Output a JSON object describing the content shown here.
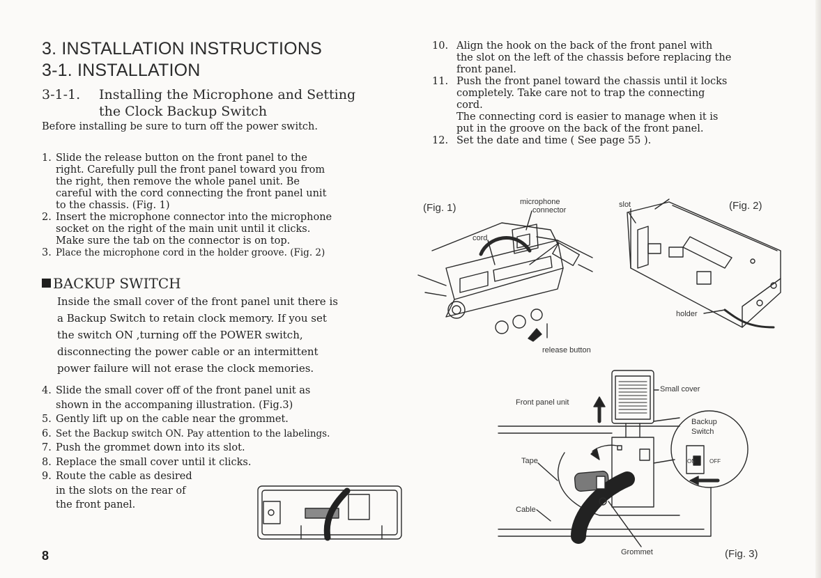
{
  "headings": {
    "section": "3.  INSTALLATION INSTRUCTIONS",
    "subsection": "3-1. INSTALLATION",
    "sub_number": "3-1-1.",
    "sub_title_1": "Installing the Microphone and Setting",
    "sub_title_2": "the Clock Backup Switch"
  },
  "intro": "Before installing be sure to turn off the power switch.",
  "steps_1_3": [
    {
      "num": "1.",
      "lines": [
        "Slide the release button on the front panel to the",
        "right. Carefully pull the front panel toward you from",
        "the right, then remove the whole panel unit. Be",
        "careful with the cord connecting the front panel unit",
        "to the chassis. (Fig. 1)"
      ]
    },
    {
      "num": "2.",
      "lines": [
        "Insert the microphone connector into the microphone",
        "socket on the right of the main unit until it clicks.",
        "Make sure the tab on the connector is on top."
      ]
    },
    {
      "num": "3.",
      "lines": [
        "Place the microphone cord in the holder groove. (Fig. 2)"
      ]
    }
  ],
  "backup": {
    "title": "BACKUP SWITCH",
    "lines": [
      "Inside the small cover of the front panel unit there is",
      "a Backup Switch to retain clock memory. If you set",
      "the switch ON ,turning off the POWER switch,",
      "disconnecting the power cable or an intermittent",
      "power failure will not erase the  clock memories."
    ]
  },
  "steps_4_9": [
    {
      "num": "4.",
      "lines": [
        "Slide the small cover off of the front panel unit as",
        "shown in the accompaning illustration. (Fig.3)"
      ]
    },
    {
      "num": "5.",
      "lines": [
        "Gently lift up on the cable near the grommet."
      ]
    },
    {
      "num": "6.",
      "lines": [
        "Set the Backup switch ON. Pay attention to the labelings."
      ]
    },
    {
      "num": "7.",
      "lines": [
        "Push the grommet down into its slot."
      ]
    },
    {
      "num": "8.",
      "lines": [
        "Replace the small cover until it clicks."
      ]
    },
    {
      "num": "9.",
      "lines": [
        "Route the cable as desired",
        "in the slots on the rear of",
        "the front panel."
      ]
    }
  ],
  "steps_10_12": [
    {
      "num": "10.",
      "lines": [
        "Align the hook on the back of the front panel with",
        "the slot on the left of the chassis before replacing the",
        "front panel."
      ]
    },
    {
      "num": "11.",
      "lines": [
        "Push the front panel toward the chassis until it locks",
        "completely. Take care not to trap the connecting",
        "cord.",
        "The connecting cord is easier to manage when it is",
        "put in the groove on the back of the front panel."
      ]
    },
    {
      "num": "12.",
      "lines": [
        "Set the date and time ( See page 55 )."
      ]
    }
  ],
  "figure_labels": {
    "fig1": "(Fig. 1)",
    "fig2": "(Fig. 2)",
    "fig3": "(Fig. 3)",
    "microphone_connector_1": "microphone",
    "microphone_connector_2": "connector",
    "cord": "cord",
    "release_button": "release button",
    "slot": "slot",
    "holder": "holder",
    "small_cover": "Small cover",
    "front_panel_unit": "Front panel unit",
    "backup_switch_1": "Backup",
    "backup_switch_2": "Switch",
    "tape": "Tape",
    "cable": "Cable",
    "grommet": "Grommet",
    "switch_on": "ON",
    "switch_off": "OFF"
  },
  "page_number": "8"
}
